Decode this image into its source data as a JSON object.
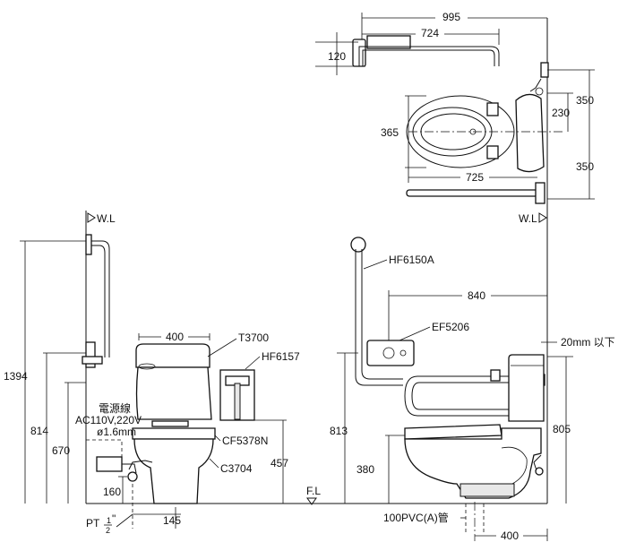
{
  "plan_dims": {
    "overall_width": "995",
    "grab_bar_width": "724",
    "grab_bar_depth": "120",
    "seat_width": "365",
    "upper_depth": "350",
    "tank_offset": "230",
    "lower_depth": "350",
    "toilet_length": "725",
    "wall_label": "W.L"
  },
  "left_elevation": {
    "wall_label": "W.L",
    "height_bar_top": "1394",
    "height_bar_hinge": "814",
    "height_bar_bottom": "670",
    "tank_width": "400",
    "tank_model": "T3700",
    "holder_model": "HF6157",
    "power_line_title": "電源線",
    "power_line_voltage": "AC110V,220V",
    "power_line_diameter": "ø1.6mm",
    "seat_model": "CF5378N",
    "bowl_model": "C3704",
    "holder_height": "457",
    "outlet_height": "160",
    "pipe_spec": "PT",
    "pipe_fraction_num": "1",
    "pipe_fraction_den": "2",
    "pipe_inch": "\"",
    "outlet_spacing": "145",
    "floor_label": "F.L"
  },
  "right_elevation": {
    "l_bar_model": "HF6150A",
    "offset_840": "840",
    "controller_model": "EF5206",
    "wall_gap": "20mm 以下",
    "bar_height": "813",
    "seat_height": "380",
    "fold_bar_height": "805",
    "drain_spec": "100PVC(A)管",
    "drain_offset": "400"
  }
}
